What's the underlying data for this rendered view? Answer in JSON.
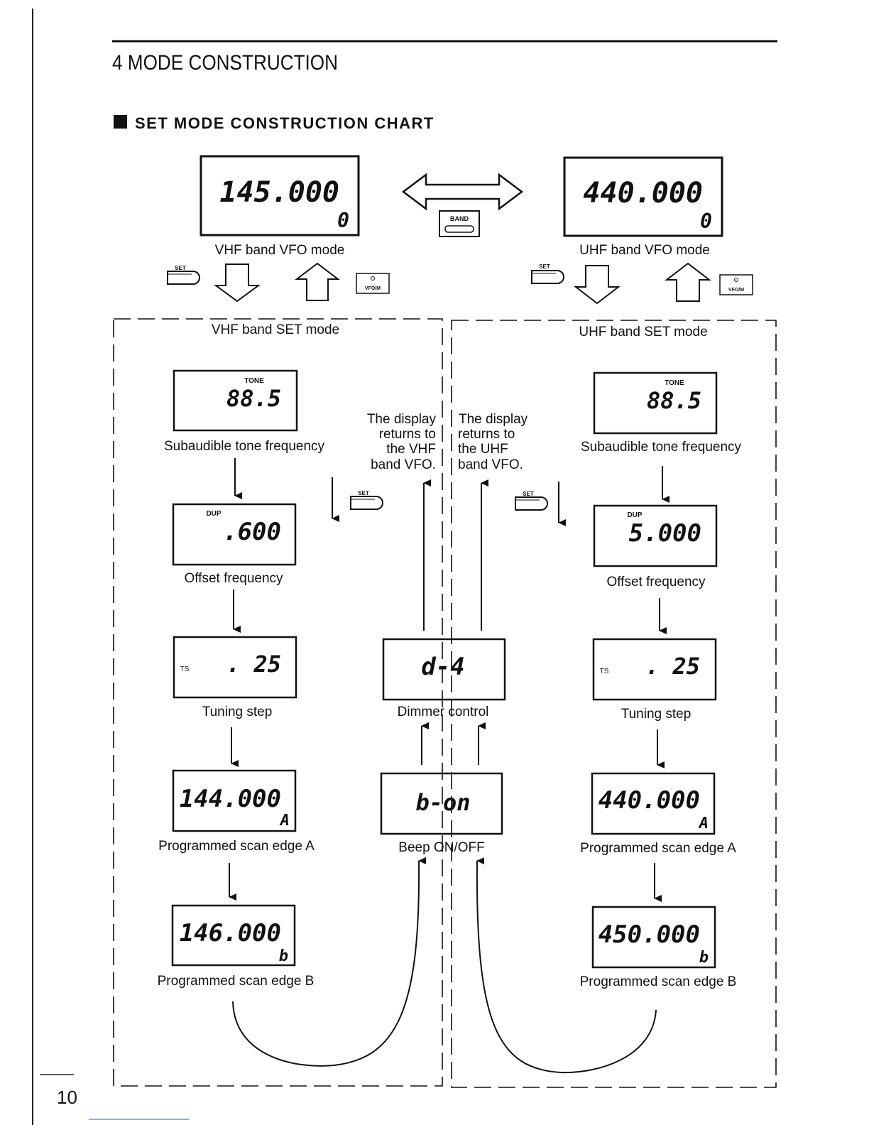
{
  "page_number": "10",
  "section_title": "4 MODE CONSTRUCTION",
  "chart_title": "SET MODE CONSTRUCTION CHART",
  "band_key_label": "BAND",
  "set_key_label": "SET",
  "vfo_key_label": "VFO/M",
  "vhf": {
    "vfo": {
      "value": "145.000",
      "sub": "0",
      "label": "VHF band VFO mode"
    },
    "set_mode_label": "VHF band SET mode",
    "tone": {
      "tag": "TONE",
      "value": "88.5",
      "label": "Subaudible tone frequency"
    },
    "offset": {
      "tag": "DUP",
      "value": ".600",
      "label": "Offset frequency"
    },
    "step": {
      "tag": "TS",
      "value": ". 25",
      "label": "Tuning step"
    },
    "edge_a": {
      "value": "144.000",
      "sub": "A",
      "label": "Programmed scan edge A"
    },
    "edge_b": {
      "value": "146.000",
      "sub": "b",
      "label": "Programmed scan edge B"
    },
    "return_note": [
      "The display",
      "returns to",
      "the VHF",
      "band VFO."
    ]
  },
  "uhf": {
    "vfo": {
      "value": "440.000",
      "sub": "0",
      "label": "UHF band VFO mode"
    },
    "set_mode_label": "UHF band SET mode",
    "tone": {
      "tag": "TONE",
      "value": "88.5",
      "label": "Subaudible tone frequency"
    },
    "offset": {
      "tag": "DUP",
      "value": "5.000",
      "label": "Offset frequency"
    },
    "step": {
      "tag": "TS",
      "value": ". 25",
      "label": "Tuning step"
    },
    "edge_a": {
      "value": "440.000",
      "sub": "A",
      "label": "Programmed scan edge A"
    },
    "edge_b": {
      "value": "450.000",
      "sub": "b",
      "label": "Programmed scan edge B"
    },
    "return_note": [
      "The display",
      "returns to",
      "the UHF",
      "band VFO."
    ]
  },
  "common": {
    "dimmer": {
      "value": "d-4",
      "label": "Dimmer control"
    },
    "beep": {
      "value": "b-on",
      "label": "Beep ON/OFF"
    }
  }
}
